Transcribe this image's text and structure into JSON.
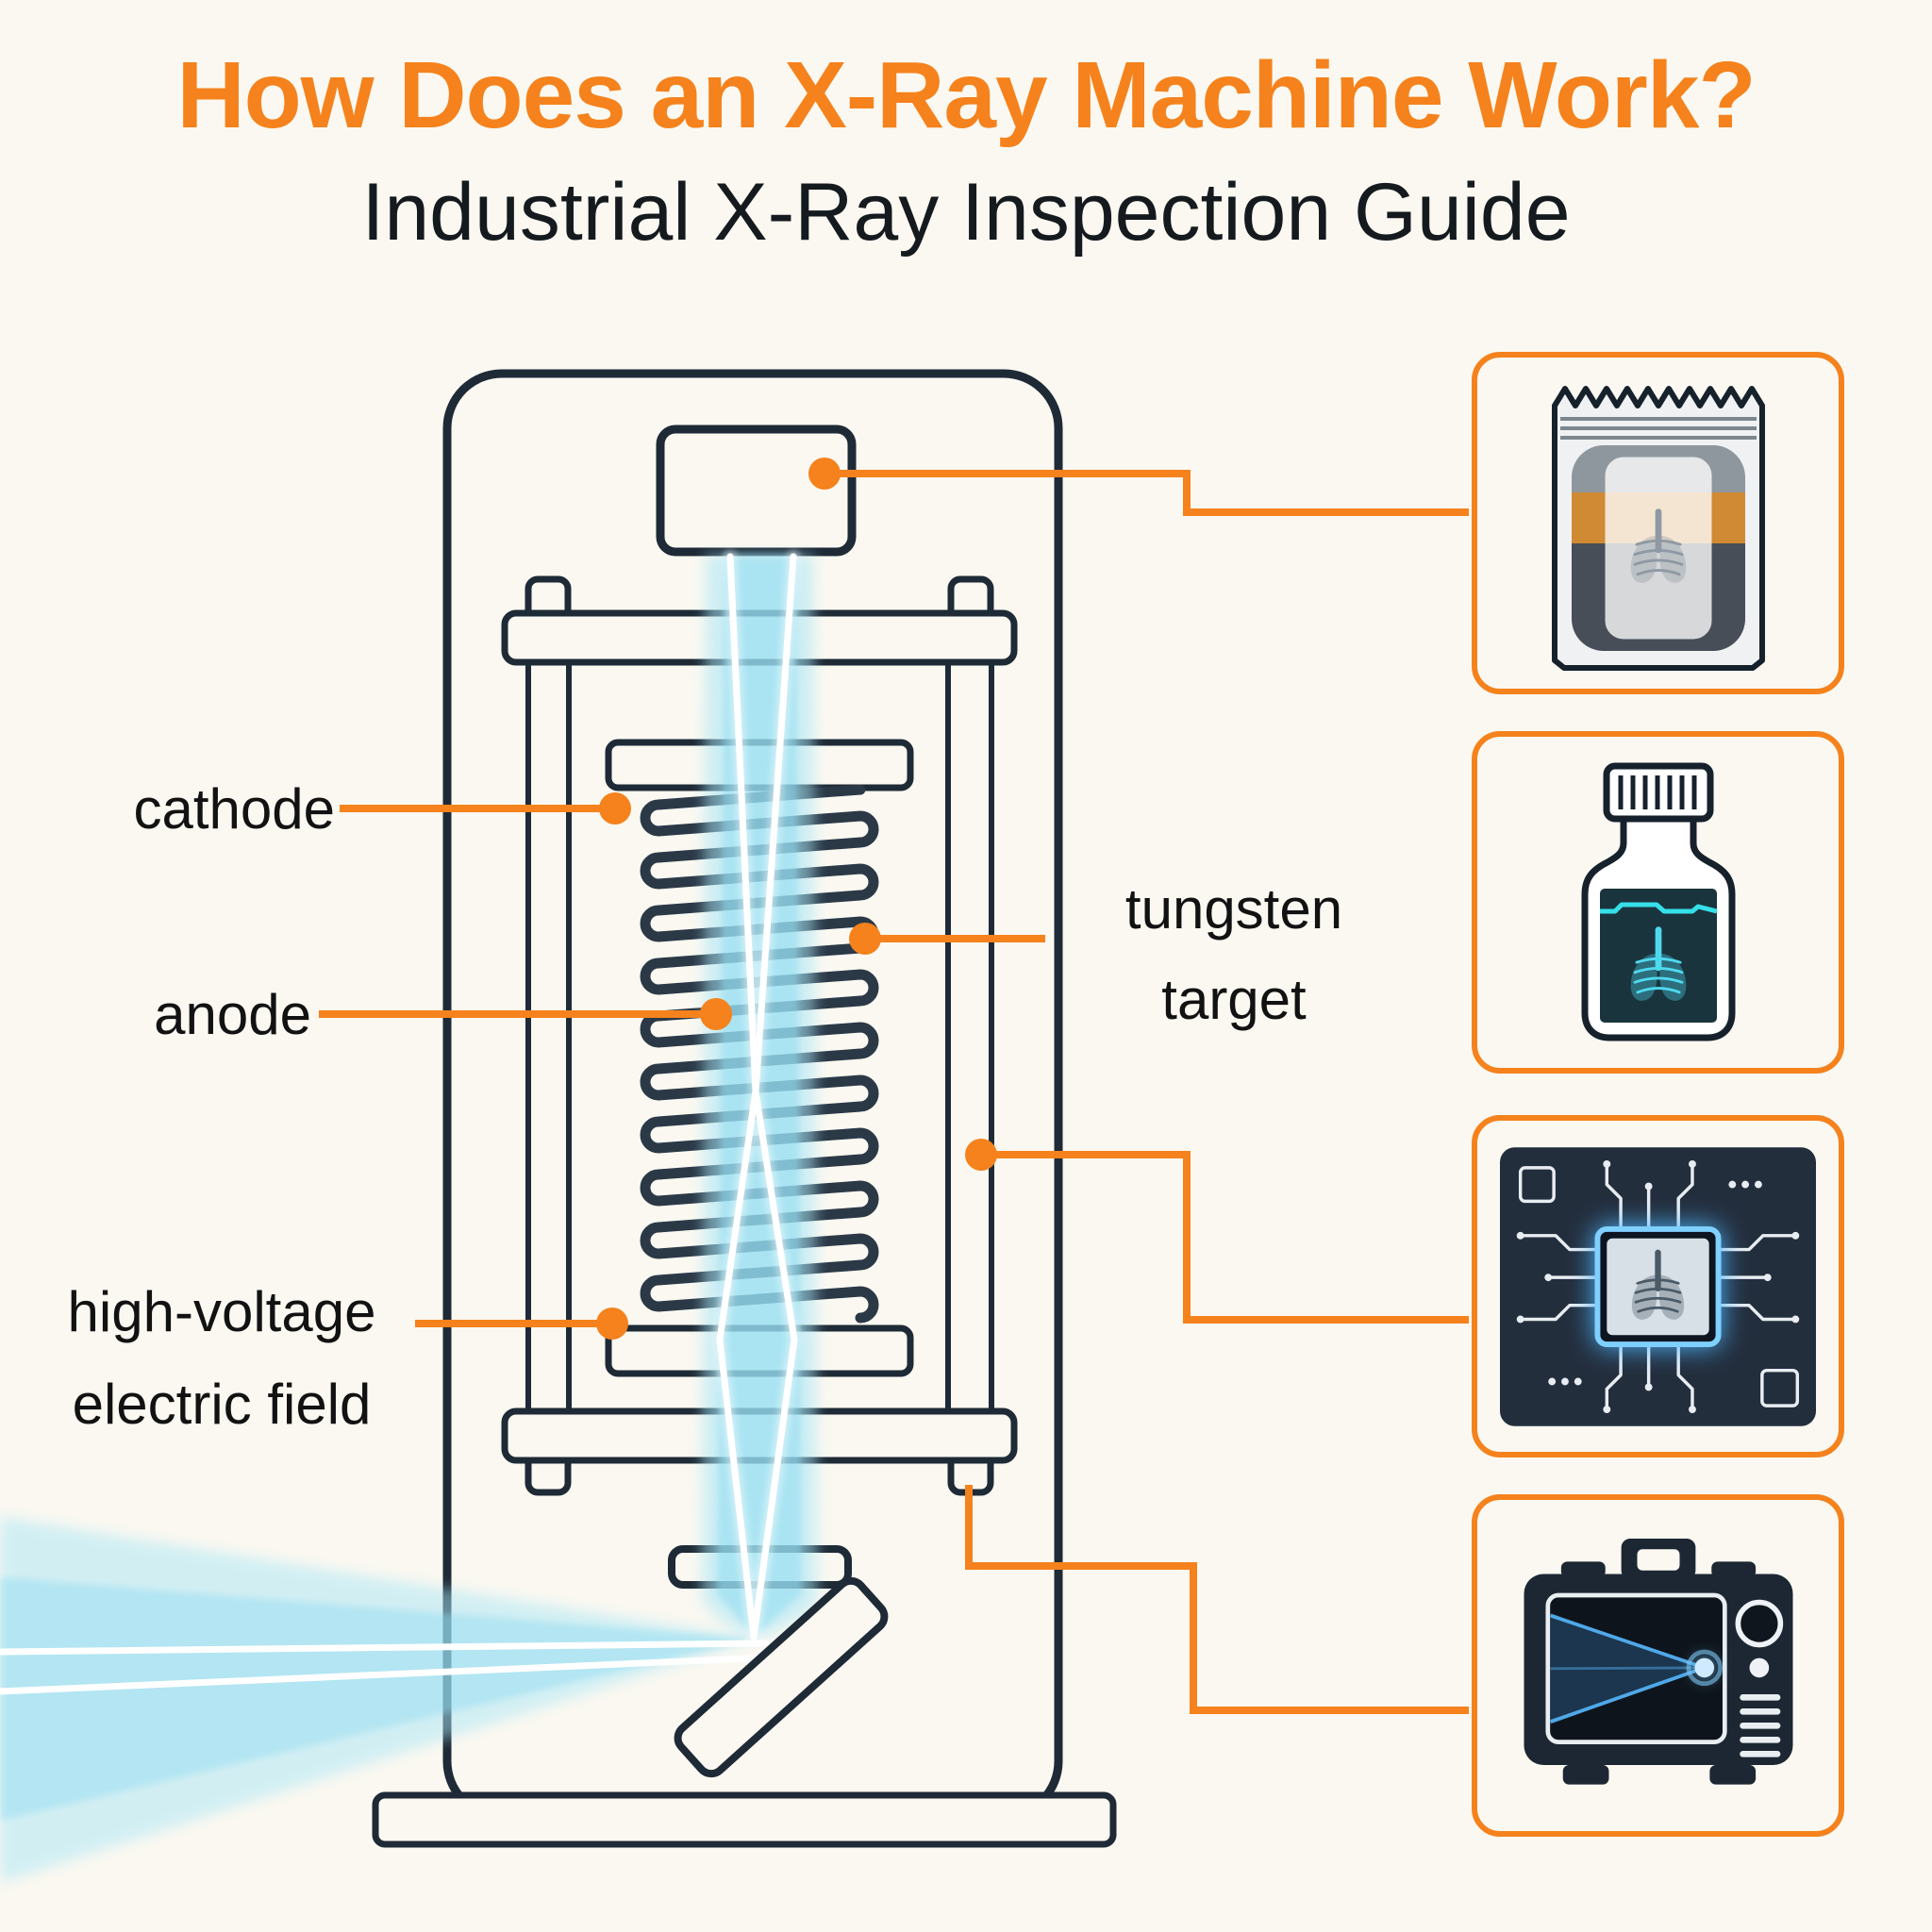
{
  "header": {
    "title": "How Does an X-Ray Machine Work?",
    "subtitle": "Industrial X-Ray Inspection Guide"
  },
  "colors": {
    "accent_orange": "#F5821C",
    "ink": "#1E2A36",
    "beam_cyan": "#8FDCF2",
    "background": "#FAF8F1"
  },
  "diagram": {
    "labels": {
      "cathode": "cathode",
      "anode": "anode",
      "high_voltage_line1": "high-voltage",
      "high_voltage_line2": "electric field",
      "tungsten_line1": "tungsten",
      "tungsten_line2": "target"
    },
    "icons": {
      "machine": "x-ray-tube-machine-diagram",
      "beam": "x-ray-beam"
    }
  },
  "panels": [
    {
      "icon": "snack-package-xray-icon"
    },
    {
      "icon": "medicine-bottle-xray-icon"
    },
    {
      "icon": "circuit-board-chip-xray-icon"
    },
    {
      "icon": "xray-detector-screen-icon"
    }
  ]
}
